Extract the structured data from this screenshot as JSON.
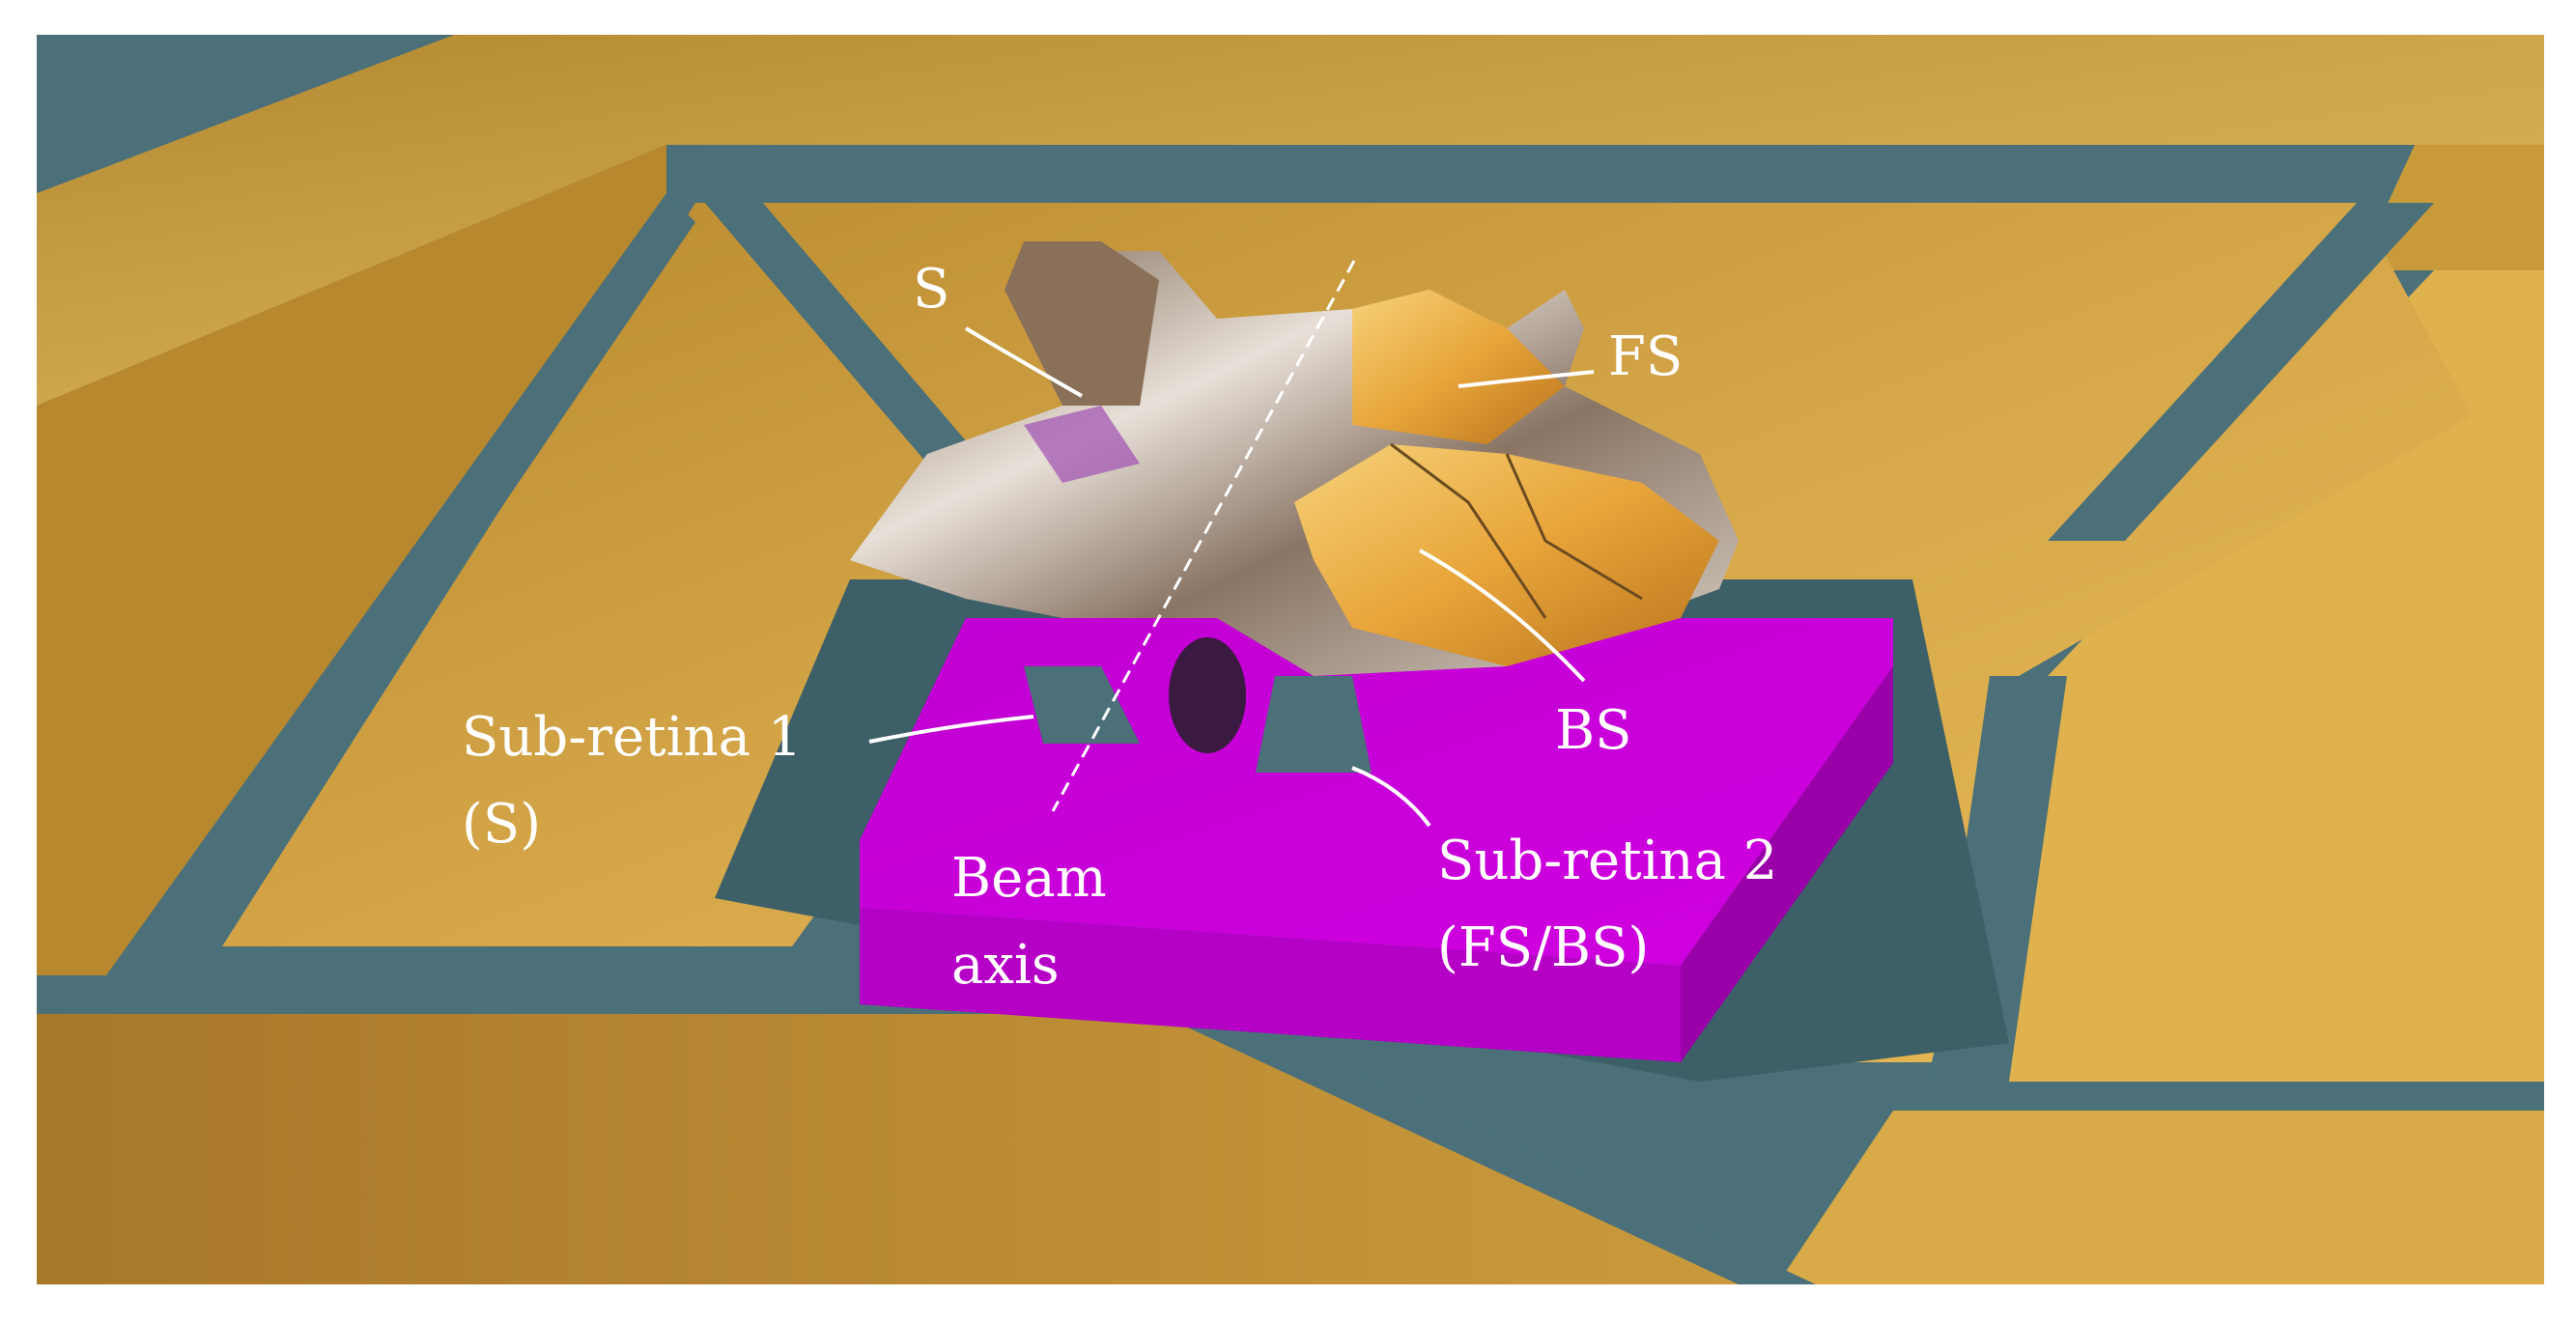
{
  "labels": {
    "s": "S",
    "fs": "FS",
    "bs": "BS",
    "sub_retina_1": "Sub-retina 1",
    "sub_retina_1_note": "(S)",
    "beam_axis_1": "Beam",
    "beam_axis_2": "axis",
    "sub_retina_2": "Sub-retina 2",
    "sub_retina_2_note": "(FS/BS)"
  },
  "colors": {
    "frame_border": "#ffffff",
    "gold_plate": "#c89a3a",
    "gold_light": "#e0b24e",
    "trench": "#4b7079",
    "magenta_block": "#c400d6",
    "magenta_side": "#9a00a8",
    "silver": "#bfb2a6",
    "label_text": "#ffffff"
  }
}
